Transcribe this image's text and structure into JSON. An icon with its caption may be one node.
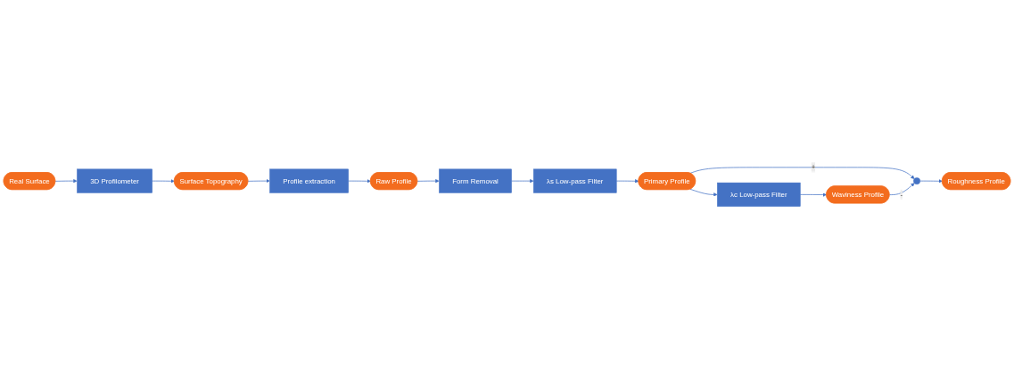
{
  "diagram": {
    "nodes": [
      {
        "text": [
          "Real Surface"
        ]
      },
      {
        "text": [
          "3D Profilometer"
        ]
      },
      {
        "text": [
          "Surface Topography"
        ]
      },
      {
        "text": [
          "Profile extraction"
        ]
      },
      {
        "text": [
          "Raw Profile"
        ]
      },
      {
        "text": [
          "Form Removal"
        ]
      },
      {
        "text": [
          "λs Low-pass Filter"
        ]
      },
      {
        "text": [
          "Primary Profile"
        ]
      },
      {
        "text": [],
        "shape": "circle"
      },
      {
        "text": [
          "Roughness Profile"
        ]
      },
      {
        "text": [
          "λc Low-pass Filter"
        ]
      },
      {
        "text": [
          "Waviness Profile"
        ]
      }
    ],
    "edges": [
      {
        "from": 0,
        "to": 1,
        "arrow": "to"
      },
      {
        "from": 1,
        "to": 2,
        "arrow": "to"
      },
      {
        "from": 2,
        "to": 3,
        "arrow": "to"
      },
      {
        "from": 3,
        "to": 4,
        "arrow": "to"
      },
      {
        "from": 4,
        "to": 5,
        "arrow": "to"
      },
      {
        "from": 5,
        "to": 6,
        "arrow": "to"
      },
      {
        "from": 6,
        "to": 7,
        "arrow": "to"
      },
      {
        "from": 7,
        "to": 8,
        "arrow": "to",
        "label": "+"
      },
      {
        "from": 8,
        "to": 9,
        "arrow": "to"
      },
      {
        "from": 7,
        "to": 10,
        "arrow": "to"
      },
      {
        "from": 10,
        "to": 11,
        "arrow": "to"
      },
      {
        "from": 11,
        "to": 8,
        "arrow": "to",
        "label": "-"
      }
    ]
  }
}
